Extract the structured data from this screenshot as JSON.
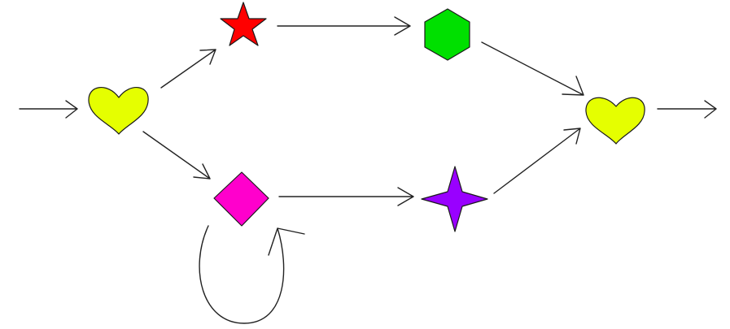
{
  "diagram": {
    "type": "flow-diagram",
    "nodes": [
      {
        "id": "start-heart",
        "shape": "heart",
        "color": "#e5ff00"
      },
      {
        "id": "red-star",
        "shape": "five-point-star",
        "color": "#ff0000"
      },
      {
        "id": "green-hexagon",
        "shape": "hexagon",
        "color": "#00e000"
      },
      {
        "id": "magenta-diamond",
        "shape": "diamond",
        "color": "#ff00cc"
      },
      {
        "id": "purple-star",
        "shape": "four-point-star",
        "color": "#9900ff"
      },
      {
        "id": "end-heart",
        "shape": "heart",
        "color": "#e5ff00"
      }
    ],
    "edges": [
      {
        "from": "entry",
        "to": "start-heart"
      },
      {
        "from": "start-heart",
        "to": "red-star"
      },
      {
        "from": "start-heart",
        "to": "magenta-diamond"
      },
      {
        "from": "red-star",
        "to": "green-hexagon"
      },
      {
        "from": "magenta-diamond",
        "to": "purple-star"
      },
      {
        "from": "magenta-diamond",
        "to": "magenta-diamond"
      },
      {
        "from": "green-hexagon",
        "to": "end-heart"
      },
      {
        "from": "purple-star",
        "to": "end-heart"
      },
      {
        "from": "end-heart",
        "to": "exit"
      }
    ],
    "stroke_color": "#222222"
  }
}
